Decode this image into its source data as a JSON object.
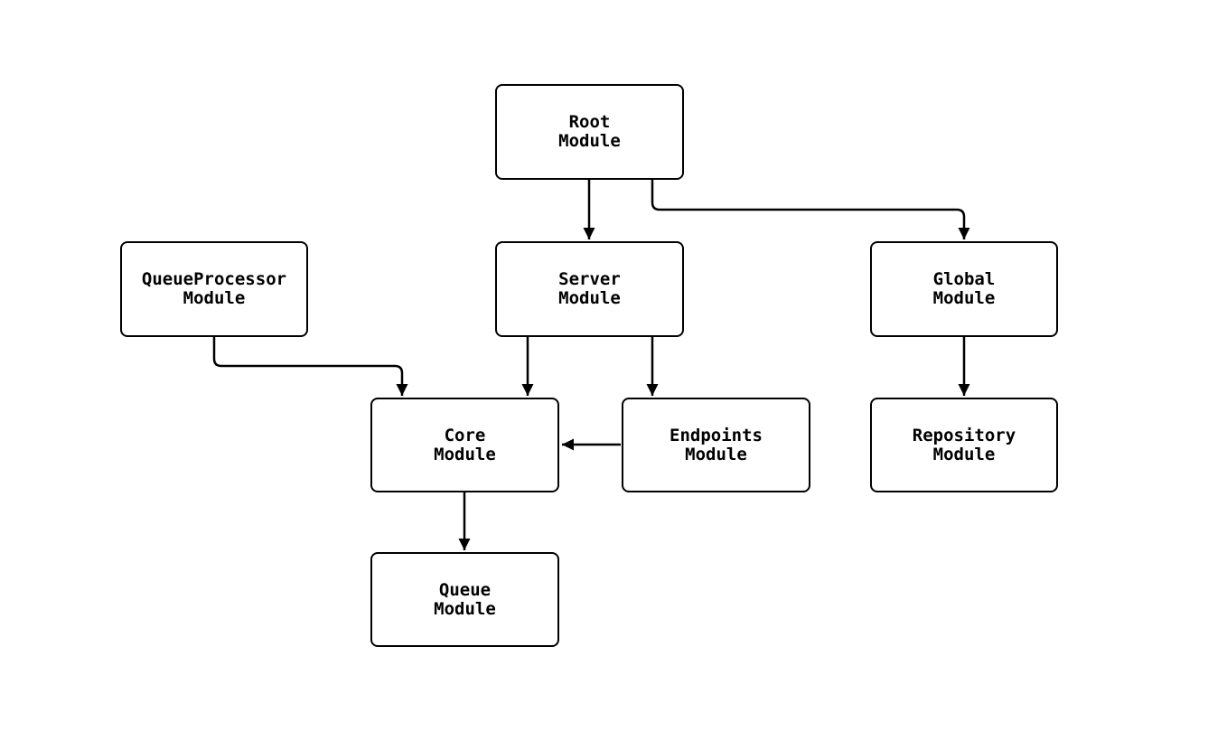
{
  "colors": {
    "line": "#000000",
    "node_border": "#000000",
    "node_fill": "#ffffff",
    "text": "#000000",
    "background": "#ffffff"
  },
  "diagram": {
    "type": "module-dependency-graph",
    "nodes": {
      "root": {
        "label": "Root\nModule"
      },
      "server": {
        "label": "Server\nModule"
      },
      "global": {
        "label": "Global\nModule"
      },
      "queueprocessor": {
        "label": "QueueProcessor\nModule"
      },
      "core": {
        "label": "Core\nModule"
      },
      "endpoints": {
        "label": "Endpoints\nModule"
      },
      "repository": {
        "label": "Repository\nModule"
      },
      "queue": {
        "label": "Queue\nModule"
      }
    },
    "edges": [
      {
        "from": "Root Module",
        "to": "Server Module"
      },
      {
        "from": "Root Module",
        "to": "Global Module"
      },
      {
        "from": "QueueProcessor Module",
        "to": "Core Module"
      },
      {
        "from": "Server Module",
        "to": "Core Module"
      },
      {
        "from": "Server Module",
        "to": "Endpoints Module"
      },
      {
        "from": "Endpoints Module",
        "to": "Core Module"
      },
      {
        "from": "Global Module",
        "to": "Repository Module"
      },
      {
        "from": "Core Module",
        "to": "Queue Module"
      }
    ]
  }
}
